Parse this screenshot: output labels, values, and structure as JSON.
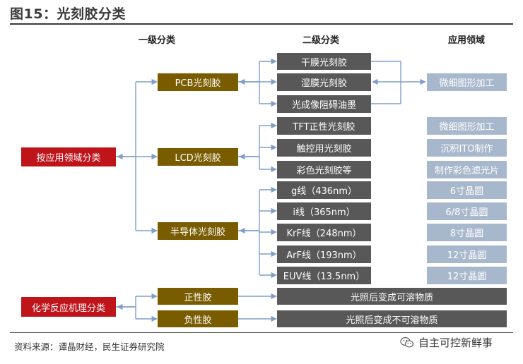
{
  "title": "图15：光刻胶分类",
  "headers": {
    "level1": "一级分类",
    "level2": "二级分类",
    "application": "应用领域"
  },
  "roots": {
    "application_classification": "按应用领域分类",
    "mechanism_classification": "化学反应机理分类"
  },
  "level1": {
    "pcb": "PCB光刻胶",
    "lcd": "LCD光刻胶",
    "semiconductor": "半导体光刻胶",
    "positive": "正性胶",
    "negative": "负性胶"
  },
  "level2": {
    "dry_film": "干膜光刻胶",
    "wet_film": "湿膜光刻胶",
    "solder_ink": "光成像阻碍油墨",
    "tft": "TFT正性光刻胶",
    "touch": "触控用光刻胶",
    "color": "彩色光刻胶等",
    "g_line": "g线（436nm）",
    "i_line": "i线（365nm）",
    "krf": "KrF线（248nm）",
    "arf": "ArF线（193nm）",
    "euv": "EUV线（13.5nm）",
    "positive_desc": "光照后变成可溶物质",
    "negative_desc": "光照后变成不可溶物质"
  },
  "applications": {
    "pcb": "微细图形加工",
    "tft": "微细图形加工",
    "touch": "沉积ITO制作",
    "color": "制作彩色滤光片",
    "g_line": "6寸晶圆",
    "i_line": "6/8寸晶圆",
    "krf": "8寸晶圆",
    "arf": "12寸晶圆",
    "euv": "12寸晶圆"
  },
  "source": "资料来源：谭晶财经，民生证券研究院",
  "brand": "自主可控新鲜事",
  "colors": {
    "root": "#c0141b",
    "level1": "#7a5c00",
    "level2": "#585858",
    "application": "#a8b8cc",
    "connector": "#7f9fc8"
  }
}
